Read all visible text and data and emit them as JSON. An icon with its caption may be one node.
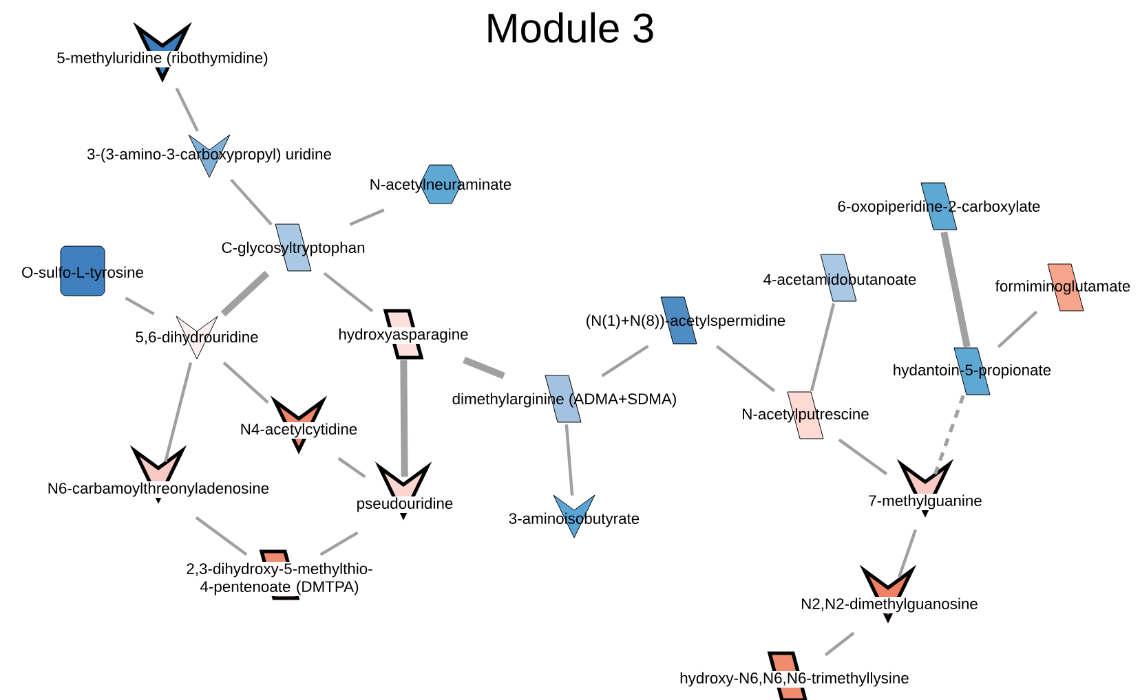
{
  "diagram": {
    "title": "Module 3",
    "nodes": [
      {
        "text": [
          "5-methyluridine (ribothymidine)"
        ]
      },
      {
        "text": [
          "3-(3-amino-3-carboxypropyl) uridine"
        ]
      },
      {
        "text": [
          "N-acetylneuraminate"
        ]
      },
      {
        "text": [
          "C-glycosyltryptophan"
        ]
      },
      {
        "text": [
          "O-sulfo-L-tyrosine"
        ]
      },
      {
        "text": [
          "5,6-dihydrouridine"
        ]
      },
      {
        "text": [
          "hydroxyasparagine"
        ]
      },
      {
        "text": [
          "(N(1)+N(8))-acetylspermidine"
        ]
      },
      {
        "text": [
          "4-acetamidobutanoate"
        ]
      },
      {
        "text": [
          "6-oxopiperidine-2-carboxylate"
        ]
      },
      {
        "text": [
          "formiminoglutamate"
        ]
      },
      {
        "text": [
          "hydantoin-5-propionate"
        ]
      },
      {
        "text": [
          "dimethylarginine (ADMA+SDMA)"
        ]
      },
      {
        "text": [
          "N-acetylputrescine"
        ]
      },
      {
        "text": [
          "N4-acetylcytidine"
        ]
      },
      {
        "text": [
          "N6-carbamoylthreonyladenosine"
        ]
      },
      {
        "text": [
          "pseudouridine"
        ]
      },
      {
        "text": [
          "3-aminoisobutyrate"
        ]
      },
      {
        "text": [
          "7-methylguanine"
        ]
      },
      {
        "text": [
          "2,3-dihydroxy-5-methylthio-4-pentenoate (DMTPA)"
        ]
      },
      {
        "text": [
          "N2,N2-dimethylguanosine"
        ]
      },
      {
        "text": [
          "hydroxy-N6,N6,N6-trimethyllysine"
        ]
      }
    ],
    "edges": [
      {
        "from": 0,
        "to": 1,
        "arrow": "none"
      },
      {
        "from": 1,
        "to": 3,
        "arrow": "none"
      },
      {
        "from": 3,
        "to": 2,
        "arrow": "none"
      },
      {
        "from": 3,
        "to": 5,
        "arrow": "none",
        "style": "thick"
      },
      {
        "from": 3,
        "to": 6,
        "arrow": "none"
      },
      {
        "from": 4,
        "to": 5,
        "arrow": "none"
      },
      {
        "from": 5,
        "to": 15,
        "arrow": "none"
      },
      {
        "from": 5,
        "to": 14,
        "arrow": "none"
      },
      {
        "from": 6,
        "to": 12,
        "arrow": "none",
        "style": "thick"
      },
      {
        "from": 6,
        "to": 16,
        "arrow": "none",
        "style": "thick"
      },
      {
        "from": 14,
        "to": 16,
        "arrow": "none"
      },
      {
        "from": 15,
        "to": 19,
        "arrow": "none"
      },
      {
        "from": 16,
        "to": 19,
        "arrow": "none"
      },
      {
        "from": 12,
        "to": 7,
        "arrow": "none"
      },
      {
        "from": 12,
        "to": 17,
        "arrow": "none"
      },
      {
        "from": 7,
        "to": 13,
        "arrow": "none"
      },
      {
        "from": 8,
        "to": 13,
        "arrow": "none"
      },
      {
        "from": 13,
        "to": 18,
        "arrow": "none"
      },
      {
        "from": 9,
        "to": 11,
        "arrow": "none",
        "style": "thick"
      },
      {
        "from": 10,
        "to": 11,
        "arrow": "none"
      },
      {
        "from": 11,
        "to": 18,
        "arrow": "none",
        "style": "dashed"
      },
      {
        "from": 18,
        "to": 20,
        "arrow": "none"
      },
      {
        "from": 20,
        "to": 21,
        "arrow": "none"
      }
    ]
  }
}
